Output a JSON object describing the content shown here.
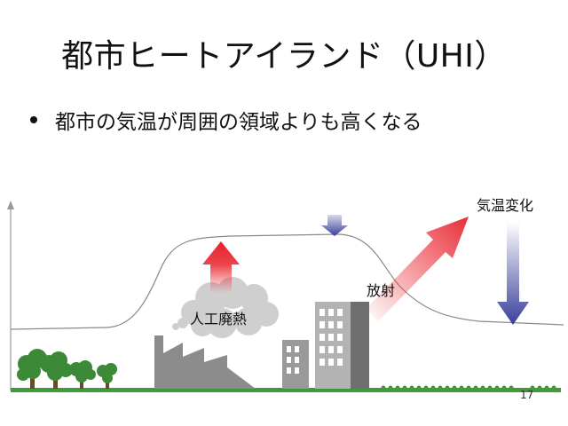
{
  "slide": {
    "title": "都市ヒートアイランド（UHI）",
    "bullet": "都市の気温が周囲の領域よりも高くなる",
    "labels": {
      "anthropogenic_heat": "人工廃熱",
      "radiation": "放射",
      "temperature_change": "気温変化"
    },
    "page_number": "17"
  },
  "colors": {
    "heat_arrow": "#e8222b",
    "cool_arrow": "#3a3f9a",
    "ground": "#3f9a3a",
    "tree": "#3c8a37",
    "factory": "#8c8c8c",
    "building_dark": "#7a7a7a",
    "building_light": "#b0b0b0",
    "cloud": "#cfcfcf"
  }
}
